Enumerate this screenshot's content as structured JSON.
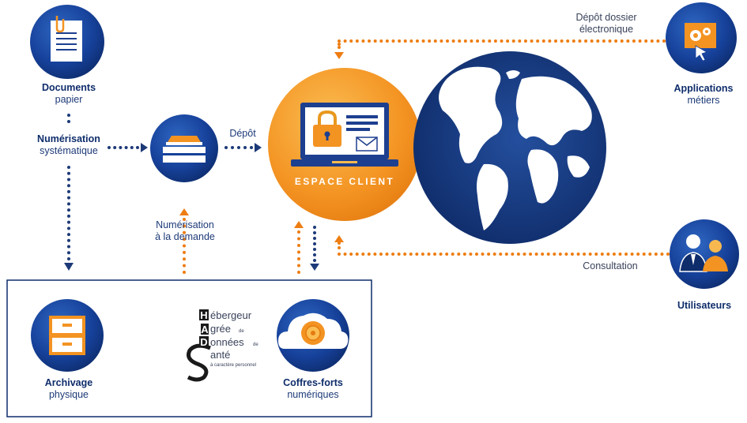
{
  "nodes": {
    "documents": {
      "title": "Documents",
      "subtitle": "papier"
    },
    "numerisation": {
      "title": "Numérisation",
      "subtitle": "systématique"
    },
    "applications": {
      "title": "Applications",
      "subtitle": "métiers"
    },
    "utilisateurs": {
      "title": "Utilisateurs"
    },
    "archivage": {
      "title": "Archivage",
      "subtitle": "physique"
    },
    "coffres": {
      "title": "Coffres-forts",
      "subtitle": "numériques"
    },
    "espace_client": {
      "label": "ESPACE CLIENT"
    }
  },
  "edges": {
    "depot": "Dépôt",
    "depot_dossier_line1": "Dépôt dossier",
    "depot_dossier_line2": "électronique",
    "numerisation_demande_line1": "Numérisation",
    "numerisation_demande_line2": "à  la demande",
    "consultation": "Consultation"
  },
  "hads": {
    "letters": [
      "H",
      "A",
      "D",
      "S"
    ],
    "words": [
      "ébergeur",
      "grée",
      "onnées",
      "anté"
    ],
    "small": [
      "",
      "de",
      "de",
      ""
    ],
    "footer": "à caractère personnel"
  },
  "colors": {
    "navy": "#0f2d6b",
    "blue": "#1d3f8f",
    "orange": "#f39322",
    "dot_orange": "#ee7d12",
    "dot_blue": "#1d3a78"
  }
}
